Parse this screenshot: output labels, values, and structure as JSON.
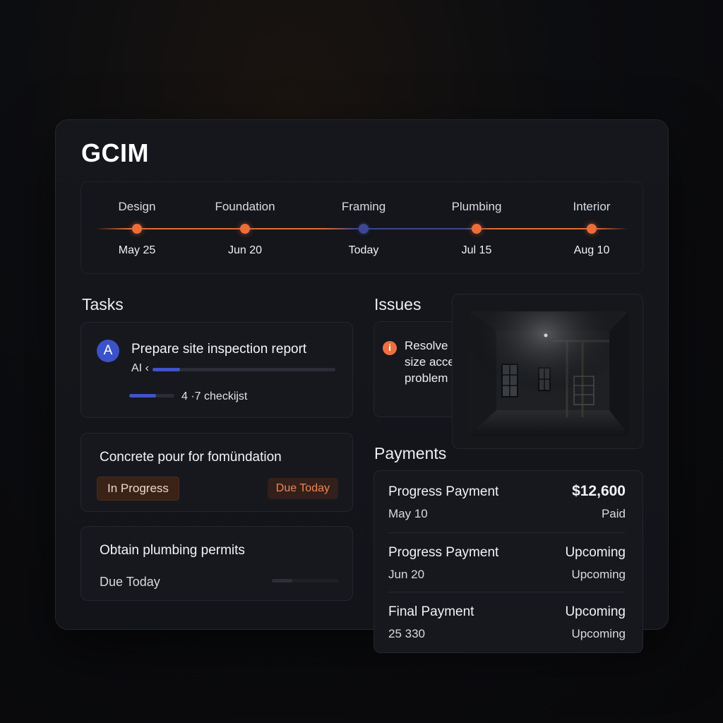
{
  "app": {
    "title": "GCIM"
  },
  "timeline": {
    "stages": [
      {
        "name": "Design",
        "date": "May 25",
        "current": false
      },
      {
        "name": "Foundation",
        "date": "Jun 20",
        "current": false
      },
      {
        "name": "Framing",
        "date": "Today",
        "current": true
      },
      {
        "name": "Plumbing",
        "date": "Jul 15",
        "current": false
      },
      {
        "name": "Interior",
        "date": "Aug 10",
        "current": false
      }
    ]
  },
  "tasks": {
    "title": "Tasks",
    "items": [
      {
        "avatar": "A",
        "title": "Prepare site inspection report",
        "ai_label": "AI ‹",
        "ai_progress": 0.15,
        "checklist_progress": 0.6,
        "checklist": "4 ·7 checkijst"
      },
      {
        "title": "Concrete pour for fomündation",
        "status": "In Progress",
        "due": "Due Today"
      },
      {
        "title": "Obtain plumbing permits",
        "due": "Due Today",
        "progress": 0.3
      }
    ]
  },
  "issues": {
    "title": "Issues",
    "items": [
      {
        "icon": "info-icon",
        "text": "Resolve size access problem"
      }
    ]
  },
  "payments": {
    "title": "Payments",
    "items": [
      {
        "label": "Progress Payment",
        "date": "May 10",
        "amount": "$12,600",
        "status": "Paid"
      },
      {
        "label": "Progress Payment",
        "date": "Jun 20",
        "amount": "Upcoming",
        "status": "Upcoming"
      },
      {
        "label": "Final Payment",
        "date": "25 330",
        "amount": "Upcoming",
        "status": "Upcoming"
      }
    ]
  },
  "colors": {
    "accent_orange": "#ec6d3a",
    "accent_blue": "#3c52c8",
    "background": "#0c0d10"
  }
}
